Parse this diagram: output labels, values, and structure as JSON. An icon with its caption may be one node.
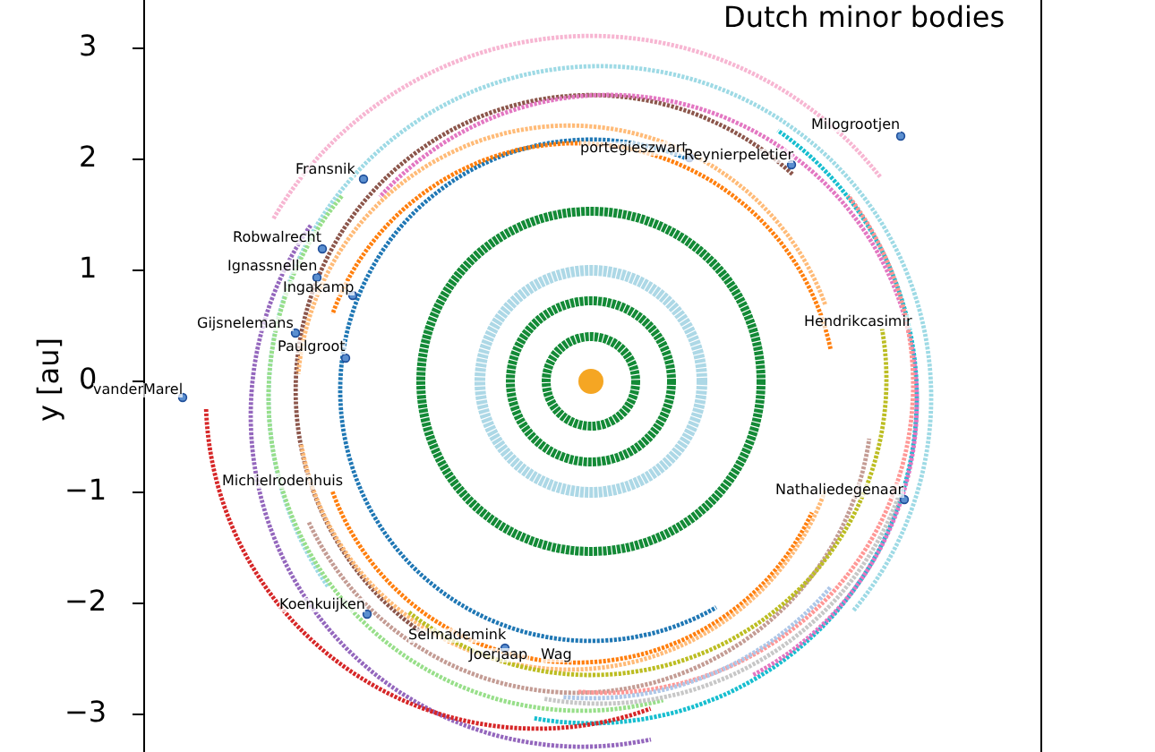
{
  "diagram": {
    "title": "Dutch minor bodies",
    "labels": [
      "3",
      "2",
      "1",
      "0",
      "−1",
      "−2",
      "−3",
      "y [au]",
      "Fransnik",
      "Robwalrecht",
      "Ignassnellen",
      "Ingakamp",
      "Gijsnelemans",
      "Paulgroot",
      "vanderMarel",
      "portegieszwart",
      "Reynierpeletier",
      "Milogrootjen",
      "Hendrikcasimir",
      "Michielrodenhuis",
      "Nathaliedegenaar",
      "Koenkuijken",
      "Selmademink",
      "Joerjaap",
      "Wag"
    ]
  }
}
